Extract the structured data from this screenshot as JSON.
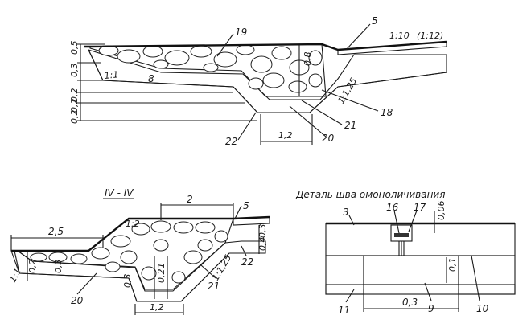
{
  "figure": "drainage-ditch-sections",
  "top_section": {
    "slope_right": "1:10",
    "slope_right_alt": "(1:12)",
    "slope_left": "1:1",
    "slope_bank": "1:1,25",
    "dims": [
      "0,5",
      "0,3",
      "0,2",
      "0,2",
      "0,2",
      "0,8",
      "1,2"
    ],
    "callouts": [
      "19",
      "5",
      "8",
      "18",
      "21",
      "20",
      "22"
    ]
  },
  "section_iv": {
    "title": "IV - IV",
    "top_width": "2",
    "left_width": "2,5",
    "slope_top": "1:2",
    "slope_left": "1:1",
    "slope_bank": "1:1,25",
    "dims": [
      "0,4",
      "0,3",
      "0,2",
      "0,2",
      "1",
      "0,3",
      "0,3",
      "1,2"
    ],
    "callouts": [
      "5",
      "22",
      "21",
      "20"
    ]
  },
  "detail": {
    "title": "Деталь шва омоноличивания",
    "dims": [
      "0,06",
      "0,1",
      "0,3"
    ],
    "callouts": [
      "3",
      "16",
      "17",
      "11",
      "9",
      "10"
    ]
  }
}
